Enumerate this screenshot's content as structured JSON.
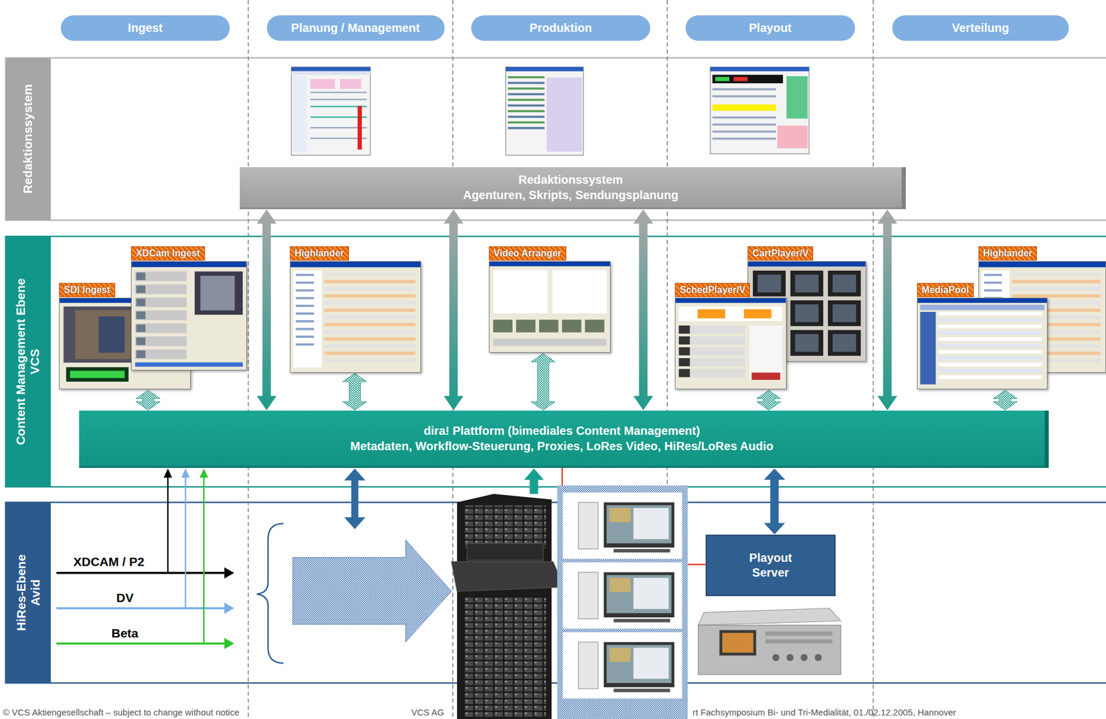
{
  "diagram": {
    "nodes": [
      {
        "text": [
          "Ingest"
        ]
      },
      {
        "text": [
          "Planung / Management"
        ]
      },
      {
        "text": [
          "Produktion"
        ]
      },
      {
        "text": [
          "Playout"
        ]
      },
      {
        "text": [
          "Verteilung"
        ]
      },
      {
        "text": [
          "Redaktionssystem"
        ]
      },
      {
        "text": [
          "Redaktionssystem",
          "Agenturen, Skripts, Sendungsplanung"
        ]
      },
      {
        "text": [
          "Content Management Ebene VCS"
        ]
      },
      {
        "text": [
          "XDCam Ingest"
        ]
      },
      {
        "text": [
          "SDI Ingest"
        ]
      },
      {
        "text": [
          "Highlander"
        ]
      },
      {
        "text": [
          "Video Arranger"
        ]
      },
      {
        "text": [
          "CartPlayer/V"
        ]
      },
      {
        "text": [
          "SchedPlayer/V"
        ]
      },
      {
        "text": [
          "Highlander"
        ]
      },
      {
        "text": [
          "MediaPool"
        ]
      },
      {
        "text": [
          "dira! Plattform (bimediales Content Management)",
          "Metadaten, Workflow-Steuerung, Proxies, LoRes Video, HiRes/LoRes Audio"
        ]
      },
      {
        "text": [
          "HiRes-Ebene Avid"
        ]
      },
      {
        "text": [
          "Playout Server"
        ]
      }
    ],
    "edges": [
      {
        "from": 6,
        "to": 16,
        "arrow": "both"
      },
      {
        "from": 6,
        "to": 16,
        "arrow": "both"
      },
      {
        "from": 6,
        "to": 16,
        "arrow": "both"
      },
      {
        "from": 6,
        "to": 16,
        "arrow": "both"
      },
      {
        "from": 9,
        "to": 16,
        "arrow": "both"
      },
      {
        "from": 10,
        "to": 16,
        "arrow": "both"
      },
      {
        "from": 11,
        "to": 16,
        "arrow": "both"
      },
      {
        "from": 13,
        "to": 16,
        "arrow": "both"
      },
      {
        "from": 15,
        "to": 16,
        "arrow": "both"
      },
      {
        "from": 16,
        "to": 18,
        "arrow": "both"
      }
    ],
    "labels": [
      "XDCAM / P2",
      "DV",
      "Beta",
      "© VCS Aktiengesellschaft – subject to change without notice",
      "VCS AG",
      "rt Fachsymposium Bi- und Tri-Medialität, 01./02.12.2005, Hannover"
    ]
  }
}
